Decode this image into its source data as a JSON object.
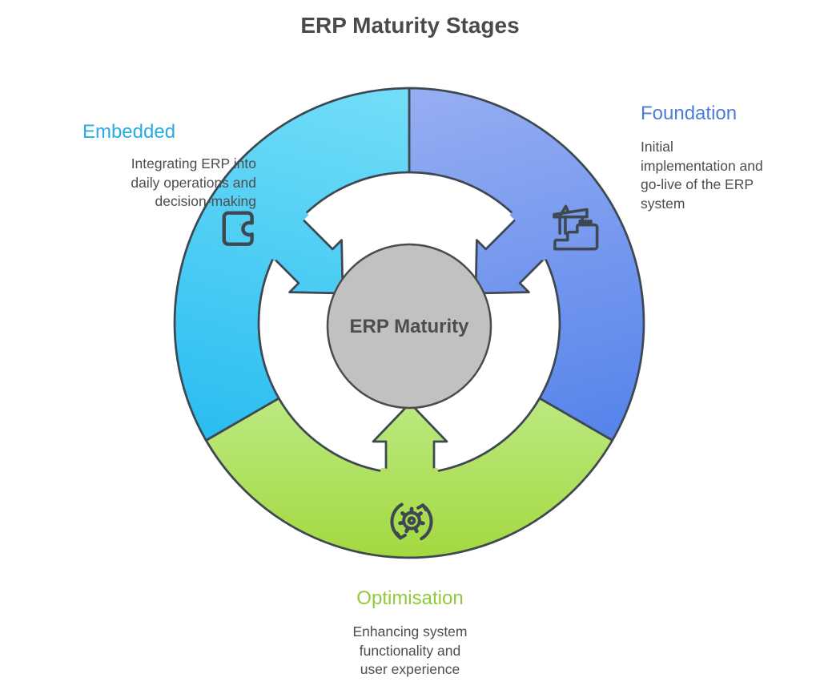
{
  "title": "ERP Maturity Stages",
  "center_label": "ERP Maturity",
  "stages": [
    {
      "id": "foundation",
      "label": "Foundation",
      "color": "#4B7CD9",
      "segment_color_top": "#95ADF2",
      "segment_color_bottom": "#5583EB",
      "icon": "crane-icon",
      "description": "Initial implementation and go-live of the ERP system",
      "description_lines": [
        "Initial",
        "implementation and",
        "go-live of the ERP",
        "system"
      ]
    },
    {
      "id": "embedded",
      "label": "Embedded",
      "color": "#29ACE3",
      "segment_color_top": "#71DDF8",
      "segment_color_bottom": "#29BDF0",
      "icon": "embedded-puzzle-icon",
      "description": "Integrating ERP into daily operations and decision-making",
      "description_lines": [
        "Integrating ERP into",
        "daily operations and",
        "decision-making"
      ]
    },
    {
      "id": "optimisation",
      "label": "Optimisation",
      "color": "#92C83D",
      "segment_color_top": "#BDE982",
      "segment_color_bottom": "#A3D83E",
      "icon": "gear-refresh-icon",
      "description": "Enhancing system functionality and user experience",
      "description_lines": [
        "Enhancing system",
        "functionality and",
        "user experience"
      ]
    }
  ],
  "colors": {
    "outline": "#3E4852",
    "center_fill": "#C1C1C1",
    "center_stroke": "#4C4C4C",
    "title_text": "#4A4A4A",
    "body_text": "#4D4D4D",
    "background": "#FFFFFF"
  }
}
